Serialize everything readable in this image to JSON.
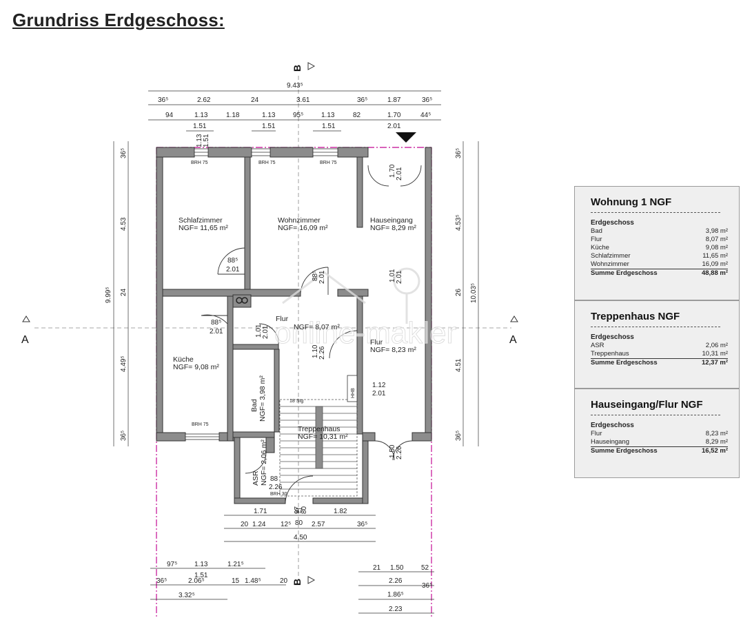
{
  "title": "Grundriss Erdgeschoss:",
  "watermark": "online-makler",
  "section_marks": {
    "b_top": "B",
    "b_bottom": "B",
    "a_left": "A",
    "a_right": "A"
  },
  "rooms": [
    {
      "name": "Schlafzimmer",
      "area": "NGF= 11,65 m²"
    },
    {
      "name": "Wohnzimmer",
      "area": "NGF= 16,09 m²"
    },
    {
      "name": "Hauseingang",
      "area": "NGF= 8,29 m²"
    },
    {
      "name": "Flur",
      "area": "NGF= 8,07 m²"
    },
    {
      "name": "Flur",
      "area": "NGF= 8,23 m²"
    },
    {
      "name": "Küche",
      "area": "NGF= 9,08 m²"
    },
    {
      "name": "Bad",
      "area": "NGF= 3,98 m²"
    },
    {
      "name": "Treppenhaus",
      "area": "NGF= 10,31 m²"
    },
    {
      "name": "ASR",
      "area": "NGF= 2,06 m²"
    }
  ],
  "small_labels": [
    "BRH 75",
    "BRH 75",
    "BRH 75",
    "BRH 75",
    "BRH 30",
    "18 Stg",
    "HHB"
  ],
  "dims_top": {
    "overall": "9.43⁵",
    "row1": [
      "36⁵",
      "2.62",
      "24",
      "3.61",
      "36⁵",
      "1.87",
      "36⁵"
    ],
    "row2": [
      "94",
      "1.13",
      "1.18",
      "1.13",
      "95⁵",
      "1.13",
      "82",
      "1.70",
      "44⁵"
    ],
    "windows": [
      "1.51",
      "1.51",
      "1.51"
    ],
    "window_heights": [
      "1.13",
      "1.51"
    ],
    "door": "2.01"
  },
  "dims_left": [
    "36⁵",
    "4.53",
    "24",
    "4.49⁵",
    "36⁵",
    "9.99⁵"
  ],
  "dims_right": [
    "36⁵",
    "4.53⁵",
    "26",
    "4.51",
    "36⁵",
    "10.03⁵"
  ],
  "door_dims": [
    "88⁵",
    "2.01",
    "88⁵",
    "2.01",
    "88⁵",
    "2.01",
    "1.70",
    "2.01",
    "1.10",
    "2.26",
    "1.12",
    "2.01",
    "1.50",
    "2.26",
    "88",
    "2.26",
    "1.01",
    "2.01",
    "1.01",
    "2.01",
    "97",
    "80"
  ],
  "dims_bottom": {
    "row1": [
      "1.71",
      "97",
      "1.82"
    ],
    "row2": [
      "20",
      "1.24",
      "12⁵",
      "80",
      "2.57",
      "36⁵"
    ],
    "overall": "4.50"
  },
  "dims_bottom_left": [
    "97⁵",
    "1.13",
    "1.21⁵",
    "1.51",
    "36⁵",
    "2.06⁵",
    "15",
    "1.48⁵",
    "20",
    "3.32⁵"
  ],
  "dims_bottom_right": [
    "21",
    "1.50",
    "52",
    "2.26",
    "1.86⁵",
    "36⁵",
    "2.23"
  ],
  "tables": [
    {
      "heading": "Wohnung 1 NGF",
      "section": "Erdgeschoss",
      "rows": [
        {
          "label": "Bad",
          "value": "3,98  m²"
        },
        {
          "label": "Flur",
          "value": "8,07  m²"
        },
        {
          "label": "Küche",
          "value": "9,08  m²"
        },
        {
          "label": "Schlafzimmer",
          "value": "11,65  m²"
        },
        {
          "label": "Wohnzimmer",
          "value": "16,09  m²"
        }
      ],
      "sum": {
        "label": "Summe Erdgeschoss",
        "value": "48,88 m²"
      }
    },
    {
      "heading": "Treppenhaus NGF",
      "section": "Erdgeschoss",
      "rows": [
        {
          "label": "ASR",
          "value": "2,06  m²"
        },
        {
          "label": "Treppenhaus",
          "value": "10,31  m²"
        }
      ],
      "sum": {
        "label": "Summe Erdgeschoss",
        "value": "12,37 m²"
      }
    },
    {
      "heading": "Hauseingang/Flur NGF",
      "section": "Erdgeschoss",
      "rows": [
        {
          "label": "Flur",
          "value": "8,23  m²"
        },
        {
          "label": "Hauseingang",
          "value": "8,29  m²"
        }
      ],
      "sum": {
        "label": "Summe Erdgeschoss",
        "value": "16,52 m²"
      }
    }
  ],
  "colors": {
    "wall": "#8c8c8c",
    "wall_stroke": "#333333",
    "boundary": "#cc2fa4",
    "table_bg": "#efefef",
    "text": "#222222"
  }
}
